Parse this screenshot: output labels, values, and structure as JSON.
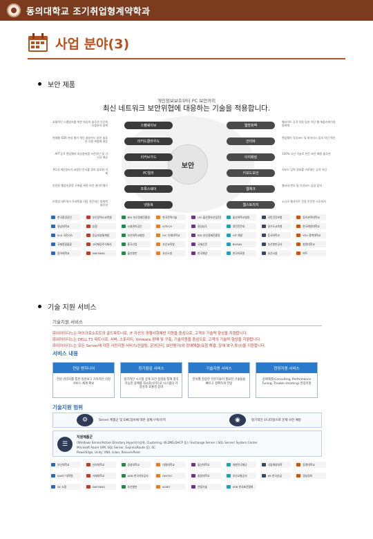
{
  "header": {
    "brand": "동의대학교 조기취업형계약학과"
  },
  "section": {
    "title": "사업 분야(3)"
  },
  "security": {
    "bullet": "보안 제품",
    "subtitle": "개인정보보호부터 PC 보안까지",
    "title": "최신 네트워크 보안위협에 대응하는 기술을 적용합니다.",
    "hub": "보안",
    "left_items": [
      {
        "pill": "스팸쉐이브",
        "desc": "효율적인 스팸방지를 위한 최상의 솔루션 다단계 다중분석 정책"
      },
      {
        "pill": "리커드클라우드",
        "desc": "현재형 EDR 완성 평가 개인 클라우드 보안 솔루션 각종 위협에 대응"
      },
      {
        "pill": "리커브가드",
        "desc": "APT공격 랜섬웨어 지능형위협 사전차단 및 가시성 제공"
      },
      {
        "pill": "PC얼라",
        "desc": "PC내 개인정보가 포함된 문서를 찾아 암호화 삭제"
      },
      {
        "pill": "프록스웨이",
        "desc": "안전한 웹접속환경 구축을 위한 보안 게이트웨이"
      },
      {
        "pill": "넷틀복",
        "desc": "비정상 네트워크 트래픽을 자동 차단하는 방화벽 솔루션"
      }
    ],
    "right_items": [
      {
        "pill": "웹방화벽",
        "desc": "웹사이트 공격 자동 탐지 차단 웹 애플리케이션 방화벽"
      },
      {
        "pill": "안티바",
        "desc": "랜섬웨어 악성코드 및 바이러스 탐지 차단 백신"
      },
      {
        "pill": "이지패킹",
        "desc": "100% 국산 기술로 만든 보안 패킹 솔루션"
      },
      {
        "pill": "키보드보안",
        "desc": "키보드 입력 정보를 가로채는 공격 차단"
      },
      {
        "pill": "웹체크",
        "desc": "웹서버 변조 및 악성코드 삽입 탐지"
      },
      {
        "pill": "웹스토리지",
        "desc": "소규모 웹사이트 전용 안전한 스토리지"
      }
    ],
    "clients": [
      "한국환경공단",
      "부산광역시교육청",
      "BDI 부산경제진흥원",
      "한국전력기술",
      "UCI 울산정보산업진흥원",
      "울산대학교병원",
      "국민건강보험",
      "동의과학대학교",
      "영남대학교",
      "농협",
      "시설관리공단",
      "KITECH",
      "경상남도",
      "영진전문대",
      "경기도교육청",
      "한국해양대학교",
      "KLX 국민리스",
      "동남지방통계청",
      "부산대학교병원",
      "IUC 인제대학교",
      "BDI 부산경제진흥원",
      "HIT 해양",
      "동국대학교",
      "YEU 경북대학교",
      "국제종합물류",
      "고려제강주식회사",
      "흥국산업",
      "부산교육청",
      "국제신문",
      "BUSAN",
      "부산항만공사",
      "창원대학교",
      "동아대학교",
      "DAEYANG",
      "울산항만",
      "부산소방",
      "한국해양",
      "한국의료원",
      "부산시청",
      "마트"
    ]
  },
  "tech": {
    "bullet": "기술 지원 서비스",
    "label": "기술지원 서비스",
    "lines": [
      "㈜이아이디느는 마이크로소프트의 골드파트너로, IT 자산의 경쟁사회예방 지원을 중심으로, 고객의 기술력 향상을 지향합니다.",
      "㈜이아이디느는 DELL T1 파트너로, 서버, 스토리지, Vmware 판매 및 구축, 기술지원을 중심으로, 고객의 기술력 향상을 지향합니다.",
      "㈜이아이디느는 모든 Server에 대한 사전지원 서비스(컨설팅, 운영관리, 보안평가)와 장애해결(요청 해결, 장애 복구,튜닝)을 지원합니다."
    ],
    "service_title": "서비스 내용",
    "services": [
      {
        "head": "전담 엔지니어",
        "body": "전담 관리자를 통한 일관되고 지속적인 지원 서비스 체계 확보"
      },
      {
        "head": "정기점검 서비스",
        "body": "정기적인 시스템 상태 사전 점검을 통해 향후 가능한 장애를 최소화시키므로 시스템의 가용성과 효율성 증대"
      },
      {
        "head": "기술지원 서비스",
        "body": "분야별 검증된 전문가들이 필요한 기술들을 빠르고 정확하게 전달"
      },
      {
        "head": "현장지원 서비스",
        "body": "장애해결(Consulting, Performance Tuning, Trouble shooting) 현장지원"
      }
    ],
    "range_title": "기술지원 범위",
    "range_top": [
      "Server 제품군 및 EMC장비에 대한 설계/구축/유지",
      "정기적인 모니터링으로 문제 사전 예방"
    ],
    "range_list_head": "지원제품군",
    "range_list": [
      "(Windows Server/Active Directory,HyperV가상화, Clustering, IIS,DNS,DHCP 등) / Exchange Server / SQL Server/ System Center",
      "Microsoft Azure (VM, SQL Server, ExpressRoute 등), SC",
      "PowerEdge, Unity, VNX, Isilon, RecoverPoint"
    ],
    "clients": [
      "부산대학교",
      "신라대학교",
      "경성대학교",
      "대영대학교",
      "울산대학교",
      "대한민국해군",
      "국립해양대학",
      "동명대학교",
      "KAIST 대학원",
      "거제대학교",
      "ADB 한국석유공사",
      "DINTEC",
      "창원대학교",
      "부산교통공사",
      "KR 한국선급",
      "경남정보",
      "SK 쇼핑",
      "DAEYANG",
      "부산항만",
      "KOBIT",
      "연합기술",
      "KSB 한국표준협회",
      "",
      ""
    ]
  }
}
